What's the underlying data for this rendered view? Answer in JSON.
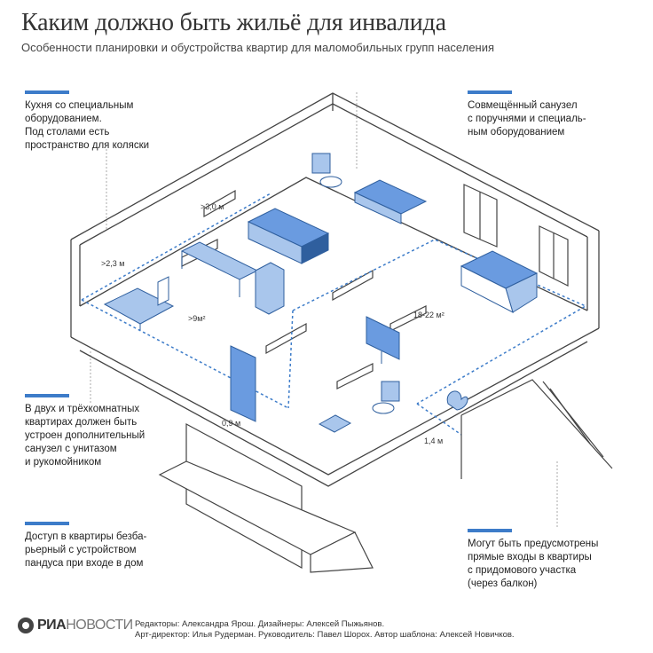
{
  "title": "Каким должно быть жильё для инвалида",
  "subtitle": "Особенности планировки и обустройства квартир для маломобильных групп населения",
  "callouts": {
    "kitchen": [
      "Кухня со специальным",
      "оборудованием.",
      "Под столами есть",
      "пространство для коляски"
    ],
    "bathroom": [
      "Совмещённый санузел",
      "с поручнями и специаль-",
      "ным оборудованием"
    ],
    "extra_wc": [
      "В двух и трёхкомнатных",
      "квартирах должен быть",
      "устроен дополнительный",
      "санузел с унитазом",
      "и рукомойником"
    ],
    "ramp": [
      "Доступ в квартиры безба-",
      "рьерный с устройством",
      "пандуса при входе в дом"
    ],
    "balcony": [
      "Могут быть предусмотрены",
      "прямые входы в квартиры",
      "с придомового участка",
      "(через балкон)"
    ]
  },
  "dimensions": {
    "corridor_width": ">3,0 м",
    "kitchen_width": ">2,3 м",
    "kitchen_area": ">9м²",
    "room_area": "18-22 м²",
    "door_width": "0,9 м",
    "balcony_door_width": "1,4 м"
  },
  "footer": {
    "logo_main": "РИА",
    "logo_light": "НОВОСТИ",
    "credits_line1": "Редакторы: Александра Ярош. Дизайнеры: Алексей Пыжьянов.",
    "credits_line2": "Арт-директор: Илья Рудерман. Руководитель: Павел Шорох. Автор шаблона: Алексей Новичков."
  },
  "colors": {
    "accent": "#3d7cc9",
    "furniture_fill": "#a9c6ec",
    "furniture_dark": "#2f5f9e",
    "wall_line": "#444444"
  }
}
